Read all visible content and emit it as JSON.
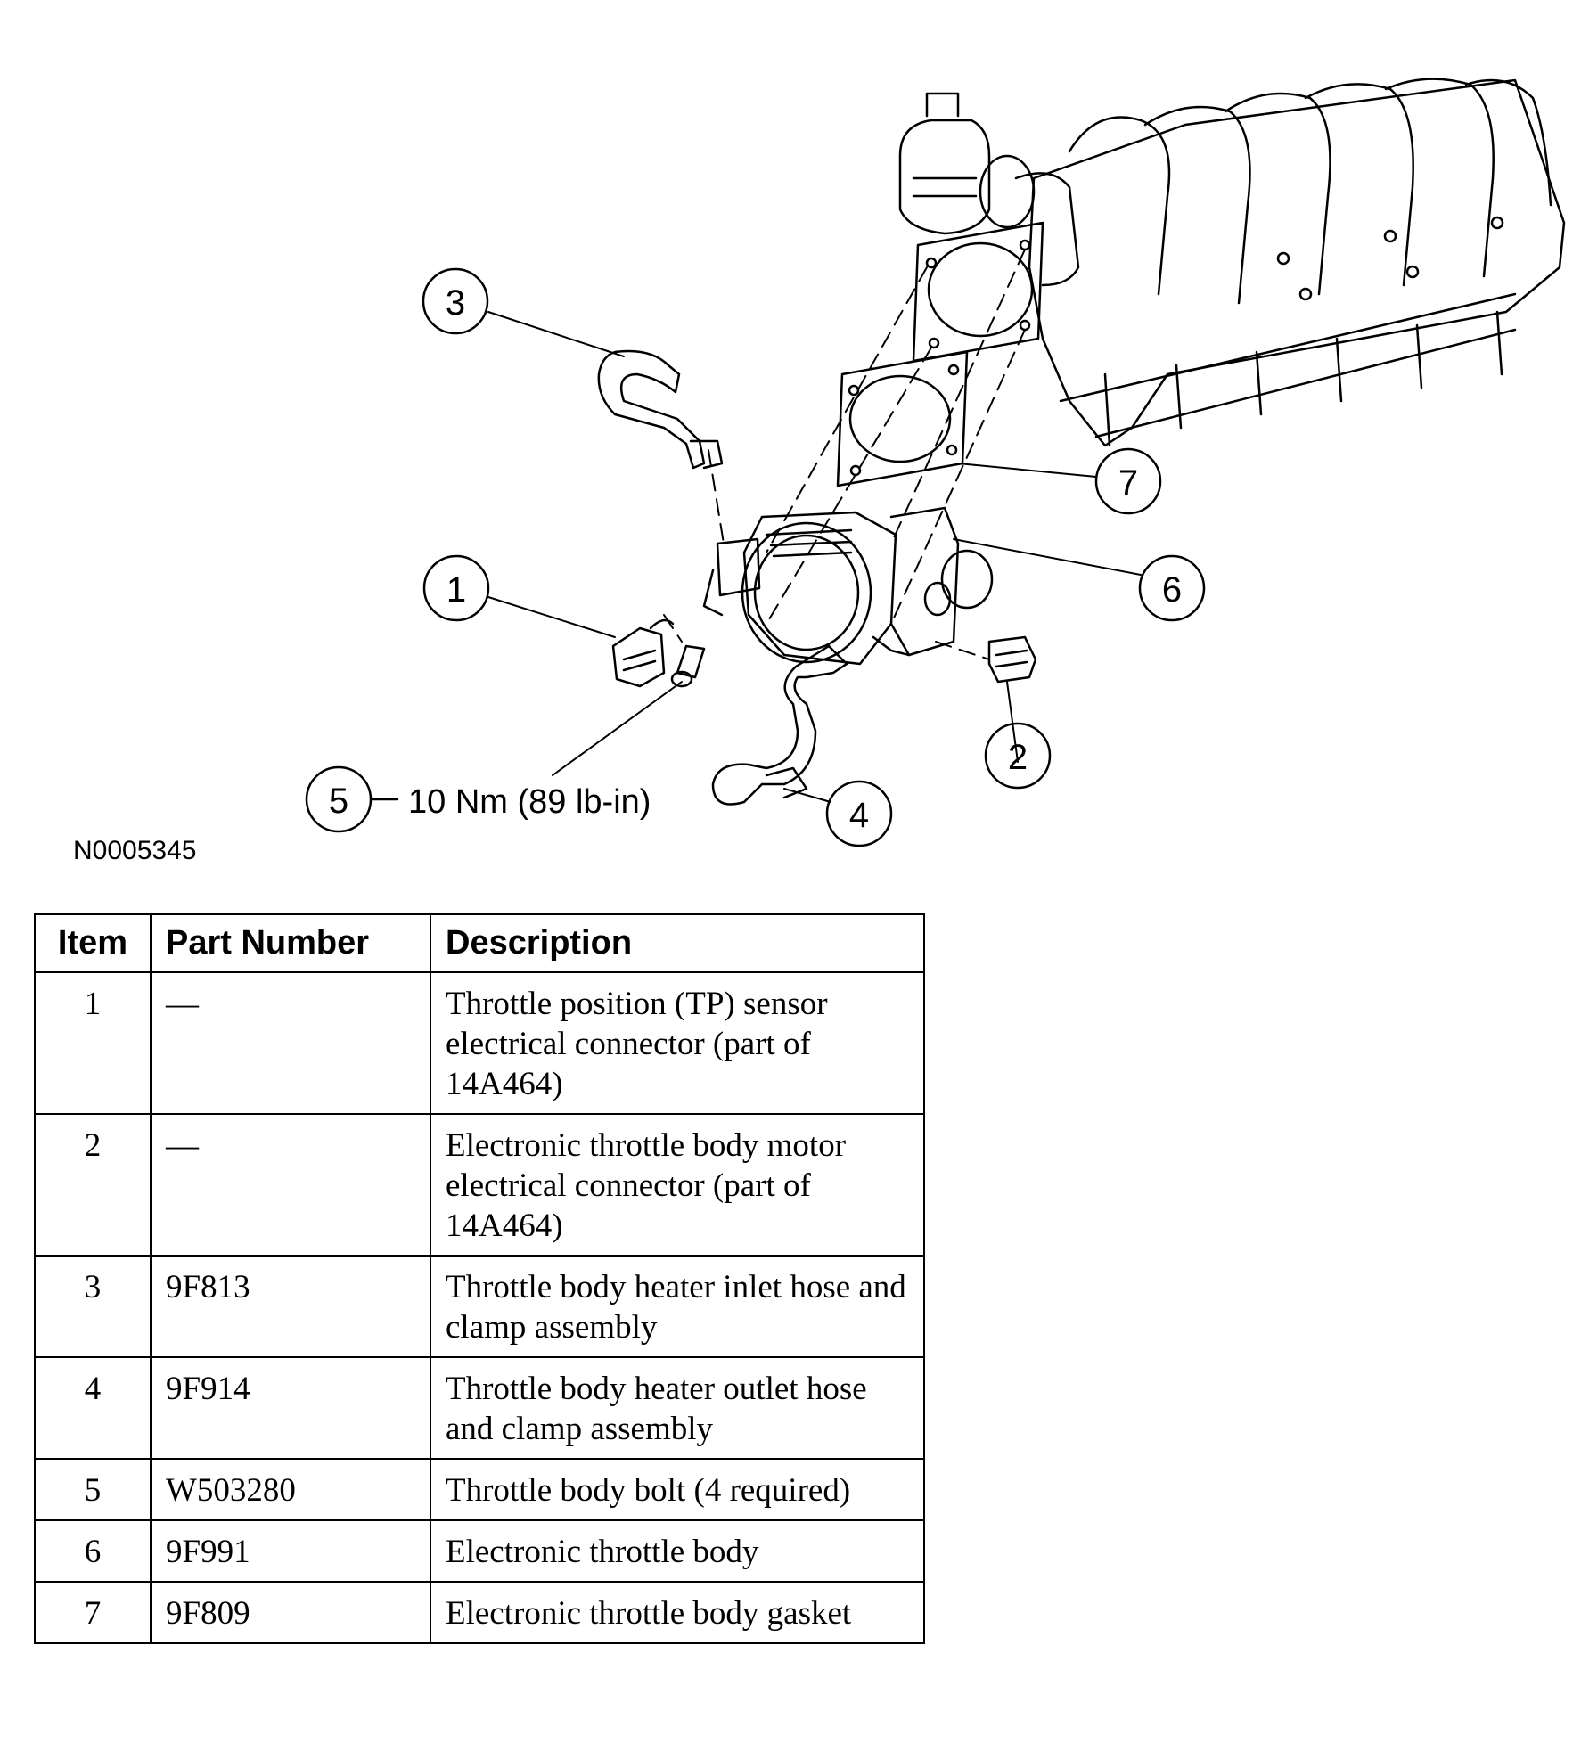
{
  "diagram": {
    "callouts": [
      "1",
      "2",
      "3",
      "4",
      "5",
      "6",
      "7"
    ],
    "torque_spec": "10 Nm (89 lb-in)",
    "figure_id": "N0005345"
  },
  "table": {
    "headers": [
      "Item",
      "Part Number",
      "Description"
    ],
    "rows": [
      {
        "item": "1",
        "part": "—",
        "desc": "Throttle position (TP) sensor electrical connector (part of 14A464)"
      },
      {
        "item": "2",
        "part": "—",
        "desc": "Electronic throttle body motor electrical connector (part of 14A464)"
      },
      {
        "item": "3",
        "part": "9F813",
        "desc": "Throttle body heater inlet hose and clamp assembly"
      },
      {
        "item": "4",
        "part": "9F914",
        "desc": "Throttle body heater outlet hose and clamp assembly"
      },
      {
        "item": "5",
        "part": "W503280",
        "desc": "Throttle body bolt (4 required)"
      },
      {
        "item": "6",
        "part": "9F991",
        "desc": "Electronic throttle body"
      },
      {
        "item": "7",
        "part": "9F809",
        "desc": "Electronic throttle body gasket"
      }
    ]
  }
}
